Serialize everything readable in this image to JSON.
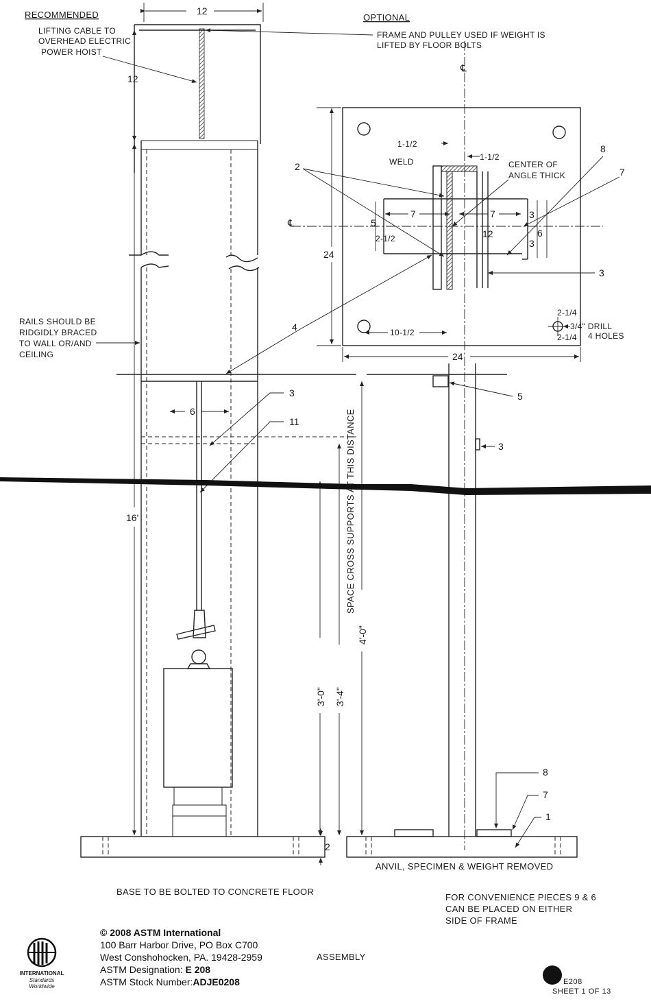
{
  "drawing": {
    "left_view_label": "RECOMMENDED",
    "right_view_label": "OPTIONAL",
    "lifting_cable_note": [
      "LIFTING CABLE TO",
      "OVERHEAD ELECTRIC",
      "POWER HOIST"
    ],
    "frame_pulley_note": [
      "FRAME AND PULLEY USED IF WEIGHT IS",
      "LIFTED BY FLOOR BOLTS"
    ],
    "rails_note": [
      "RAILS SHOULD BE",
      "RIDGIDLY BRACED",
      "TO WALL OR/AND",
      "CEILING"
    ],
    "centerline_symbol": "℄",
    "plate_notes": {
      "weld": "WELD",
      "center_of_angle": [
        "CENTER OF",
        "ANGLE THICK"
      ],
      "drill_note": [
        "3/4\" DRILL",
        "4 HOLES"
      ]
    },
    "dimensions": {
      "top_width": "12",
      "top_height": "12",
      "rail_spacing": "6",
      "overall_height": "16'",
      "base_height": "2",
      "cross_support_span": "4'-0\"",
      "clear_3_0": "3'-0\"",
      "clear_3_4": "3'-4\"",
      "plate_width": "24",
      "plate_height": "24",
      "weld_1_1_2_a": "1-1/2",
      "weld_1_1_2_b": "1-1/2",
      "arm_7_left": "7",
      "arm_7_right": "7",
      "dim_5": "5",
      "dim_2_1_2": "2-1/2",
      "dim_12": "12",
      "dim_3_top": "3",
      "dim_3_bottom": "3",
      "dim_6": "6",
      "dim_10_1_2": "10-1/2",
      "dim_2_1_4_top": "2-1/4",
      "dim_2_1_4_bottom": "2-1/4"
    },
    "part_numbers": {
      "p2": "2",
      "p3_plate": "3",
      "p4": "4",
      "p5_side": "5",
      "p7_plate": "7",
      "p8_plate": "8",
      "p3_left": "3",
      "p11": "11",
      "p3_side": "3",
      "p8_base": "8",
      "p7_base": "7",
      "p1": "1"
    },
    "space_cross_supports_note": "SPACE CROSS SUPPORTS AT THIS DISTANCE",
    "removed_note": "ANVIL, SPECIMEN & WEIGHT REMOVED",
    "base_note": "BASE TO BE BOLTED TO CONCRETE FLOOR",
    "convenience_note": [
      "FOR CONVENIENCE PIECES 9 & 6",
      "CAN BE PLACED ON EITHER",
      "SIDE OF FRAME"
    ],
    "assembly_label": "ASSEMBLY"
  },
  "footer": {
    "copyright": "© 2008 ASTM International",
    "address_line1": "100 Barr Harbor Drive, PO Box C700",
    "address_line2": "West Conshohocken, PA. 19428-2959",
    "designation_label": "ASTM Designation:",
    "designation_value": "E 208",
    "stock_label": "ASTM Stock Number:",
    "stock_value": "ADJE0208",
    "logo_text": "ASTM",
    "logo_sub1": "INTERNATIONAL",
    "logo_sub2": "Standards Worldwide",
    "sheet_id": "E208",
    "sheet_number": "SHEET 1 OF 13"
  }
}
